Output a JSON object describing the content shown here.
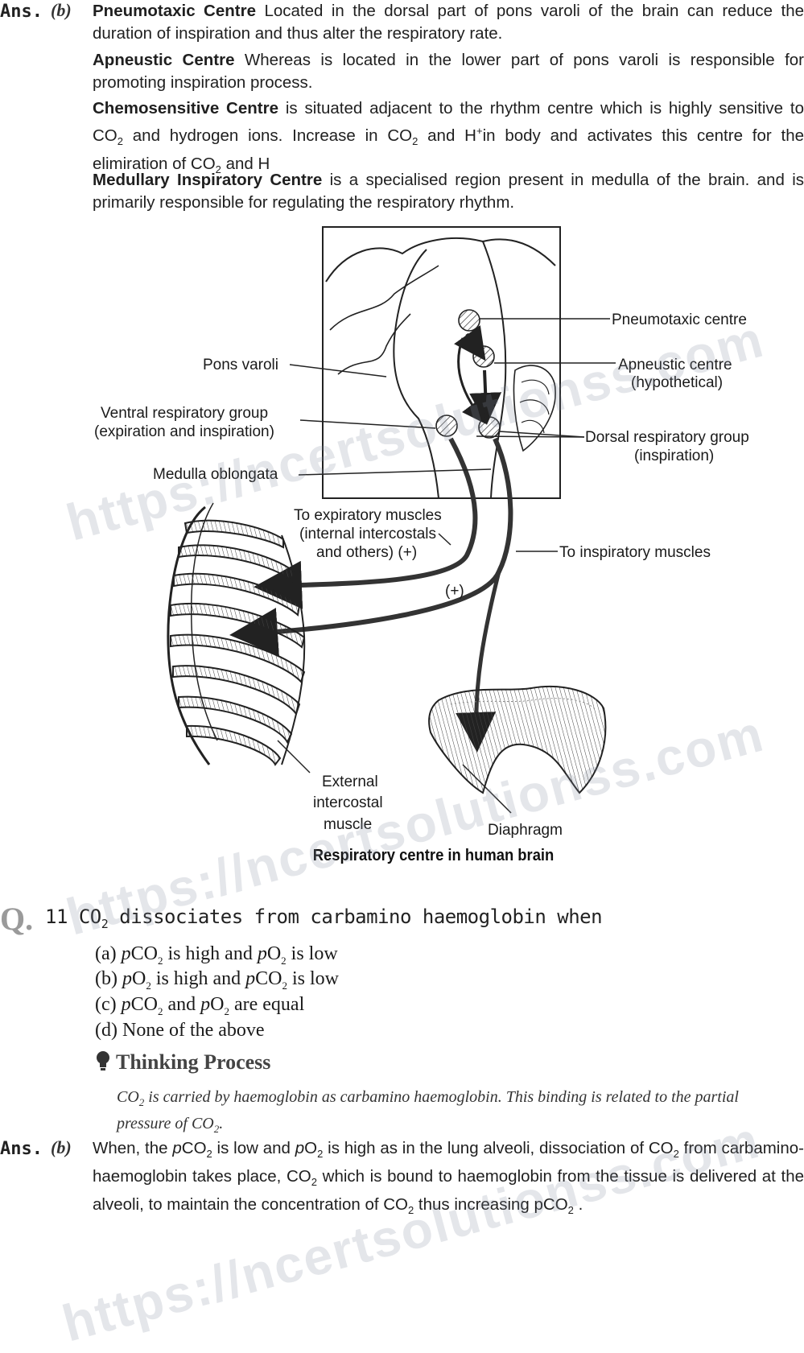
{
  "answer1": {
    "label": "Ans.",
    "option": "(b)",
    "pneumotaxic_title": "Pneumotaxic Centre",
    "pneumotaxic_text": "  Located in the dorsal part of pons varoli of the brain can reduce the duration of inspiration and thus alter the respiratory rate.",
    "apneustic_title": "Apneustic Centre",
    "apneustic_text": " Whereas is located in the lower part of pons varoli is responsible for promoting inspiration  process.",
    "chemo_title": "Chemosensitive Centre",
    "chemo_text_1": " is situated adjacent to the rhythm centre which is highly sensitive to CO",
    "chemo_text_2": " and hydrogen ions. Increase in CO",
    "chemo_text_3": " and H",
    "chemo_text_4": "in body and activates this centre for the elimiration of CO",
    "chemo_text_5": " and H",
    "sub2": "2",
    "sup_plus": "+",
    "medullary_title": "Medullary Inspiratory Centre",
    "medullary_text": " is a specialised region present in medulla of the brain. and is   primarily responsible for regulating the respiratory rhythm."
  },
  "diagram": {
    "labels": {
      "pneumotaxic": "Pneumotaxic centre",
      "apneustic": "Apneustic centre",
      "hypothetical": "(hypothetical)",
      "pons": "Pons varoli",
      "ventral_1": "Ventral respiratory group",
      "ventral_2": "(expiration and inspiration)",
      "dorsal_1": "Dorsal respiratory group",
      "dorsal_2": "(inspiration)",
      "medulla": "Medulla oblongata",
      "expiratory_1": "To expiratory muscles",
      "expiratory_2": "(internal intercostals",
      "expiratory_3": "and others) (+)",
      "inspiratory": "To inspiratory muscles",
      "plus": "(+)",
      "external_1": "External",
      "external_2": "intercostal",
      "external_3": "muscle",
      "diaphragm": "Diaphragm"
    },
    "caption": "Respiratory centre in human brain"
  },
  "question": {
    "letter": "Q.",
    "number": "11",
    "text_1": " CO",
    "sub2": "2",
    "text_2": " dissociates from carbamino haemoglobin when",
    "options": [
      {
        "label": "(a) ",
        "p1": "p",
        "t1": "CO",
        "s1": "2",
        "t2": " is high and ",
        "p2": "p",
        "t3": "O",
        "s2": "2",
        "t4": " is low"
      },
      {
        "label": "(b) ",
        "p1": "p",
        "t1": "O",
        "s1": "2",
        "t2": " is high and ",
        "p2": "p",
        "t3": "CO",
        "s2": "2",
        "t4": " is low"
      },
      {
        "label": "(c) ",
        "p1": "p",
        "t1": "CO",
        "s1": "2",
        "t2": " and ",
        "p2": "p",
        "t3": "O",
        "s2": "2",
        "t4": " are equal"
      },
      {
        "label": "(d) None of the above"
      }
    ]
  },
  "thinking": {
    "icon": "bulb-icon",
    "title": "Thinking Process",
    "text_1": "CO",
    "text_2": " is carried by haemoglobin as carbamino haemoglobin. This binding is related to the partial pressure of CO",
    "text_3": "."
  },
  "answer2": {
    "label": "Ans.",
    "option": "(b)",
    "t1": " When, the ",
    "p1": "p",
    "t2": "CO",
    "t3": " is low and ",
    "p2": "p",
    "t4": "O",
    "t5": " is high as in the lung alveoli, dissociation of CO",
    "t6": " from carbamino-haemoglobin takes place, CO",
    "t7": " which is bound to haemoglobin from the tissue is delivered at the alveoli, to maintain the concentration of CO",
    "t8": " thus increasing pCO",
    "t9": " ."
  },
  "watermarks": [
    "https://ncertsolutionss.com",
    "https://ncertsolutionss.com",
    "https://ncertsolutionss.com"
  ]
}
